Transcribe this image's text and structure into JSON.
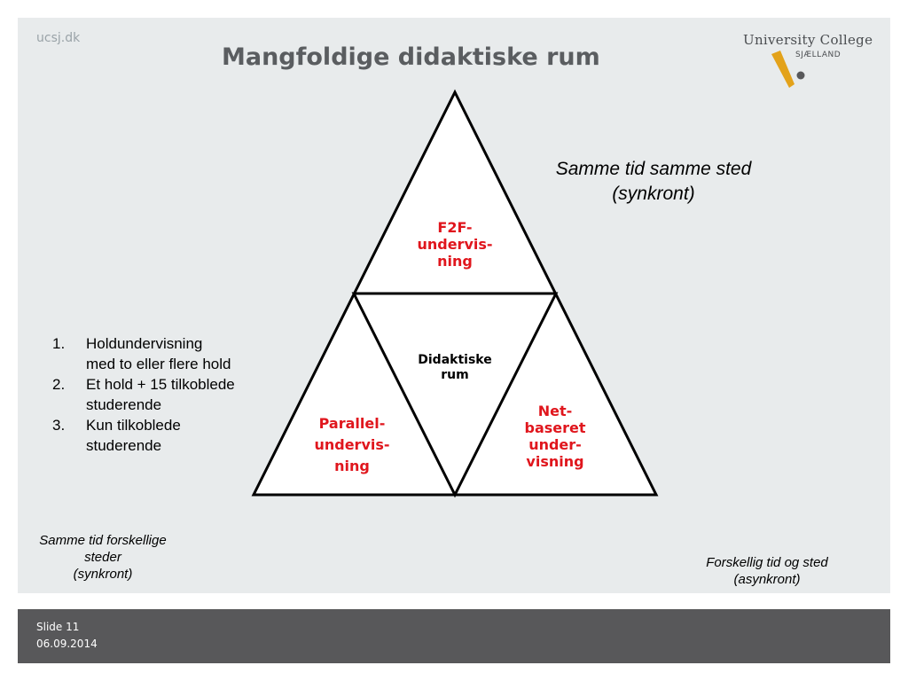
{
  "header": {
    "site": "ucsj.dk",
    "title": "Mangfoldige didaktiske rum",
    "logo_name": "University College",
    "logo_sub": "SJÆLLAND",
    "logo_colors": {
      "accent": "#e3a21a",
      "dot": "#58585a"
    }
  },
  "diagram": {
    "top": "F2F-\nundervis-\nning",
    "center": "Didaktiske\nrum",
    "left": "Parallel-\nundervis-\nning",
    "right": "Net-\nbaseret\nunder-\nvisning",
    "label_color": "#e0161d"
  },
  "notes": {
    "top_right": "Samme tid samme sted\n(synkront)",
    "bottom_left": "Samme tid forskellige\nsteder\n(synkront)",
    "bottom_right": "Forskellig tid og sted\n(asynkront)"
  },
  "list": [
    {
      "num": "1.",
      "text": "Holdundervisning med to eller flere hold"
    },
    {
      "num": "2.",
      "text": "Et hold + 15 tilkoblede studerende"
    },
    {
      "num": "3.",
      "text": "Kun tilkoblede studerende"
    }
  ],
  "footer": {
    "slide": "Slide 11",
    "date": "06.09.2014"
  }
}
